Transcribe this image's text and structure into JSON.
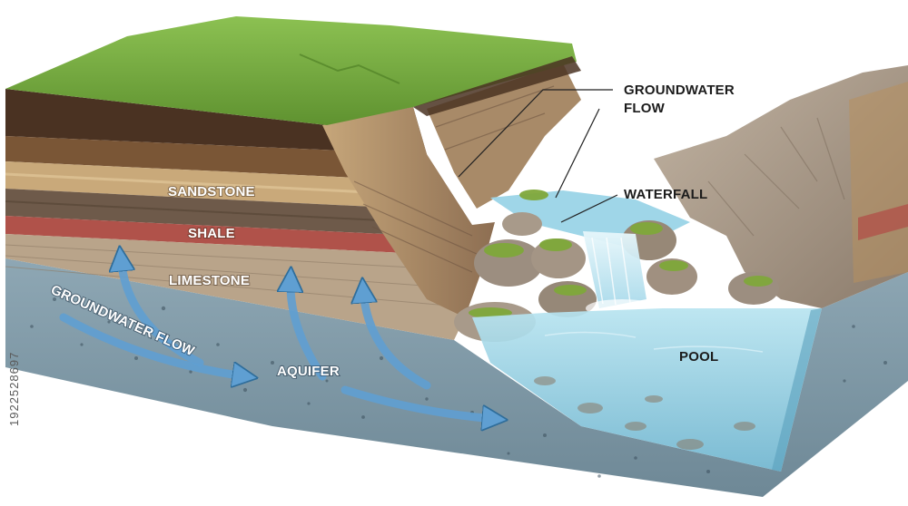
{
  "labels": {
    "sandstone": "SANDSTONE",
    "shale": "SHALE",
    "limestone": "LIMESTONE",
    "aquifer": "AQUIFER",
    "groundwater_flow_arrow": "GROUNDWATER FLOW",
    "groundwater_flow_callout_line1": "GROUNDWATER",
    "groundwater_flow_callout_line2": "FLOW",
    "waterfall": "WATERFALL",
    "pool": "POOL"
  },
  "stock_id": "1922528697",
  "colors": {
    "grass": "#6fa23a",
    "topsoil": "#4a3222",
    "sandstone": "#c9a97a",
    "shale": "#6e5a4a",
    "red_band": "#b0524a",
    "limestone": "#b9a48a",
    "aquifer": "#7f9aa8",
    "water": "#8fd0e6",
    "arrow": "#6aa8d8",
    "rock": "#a8998a",
    "moss": "#7fa83a"
  }
}
